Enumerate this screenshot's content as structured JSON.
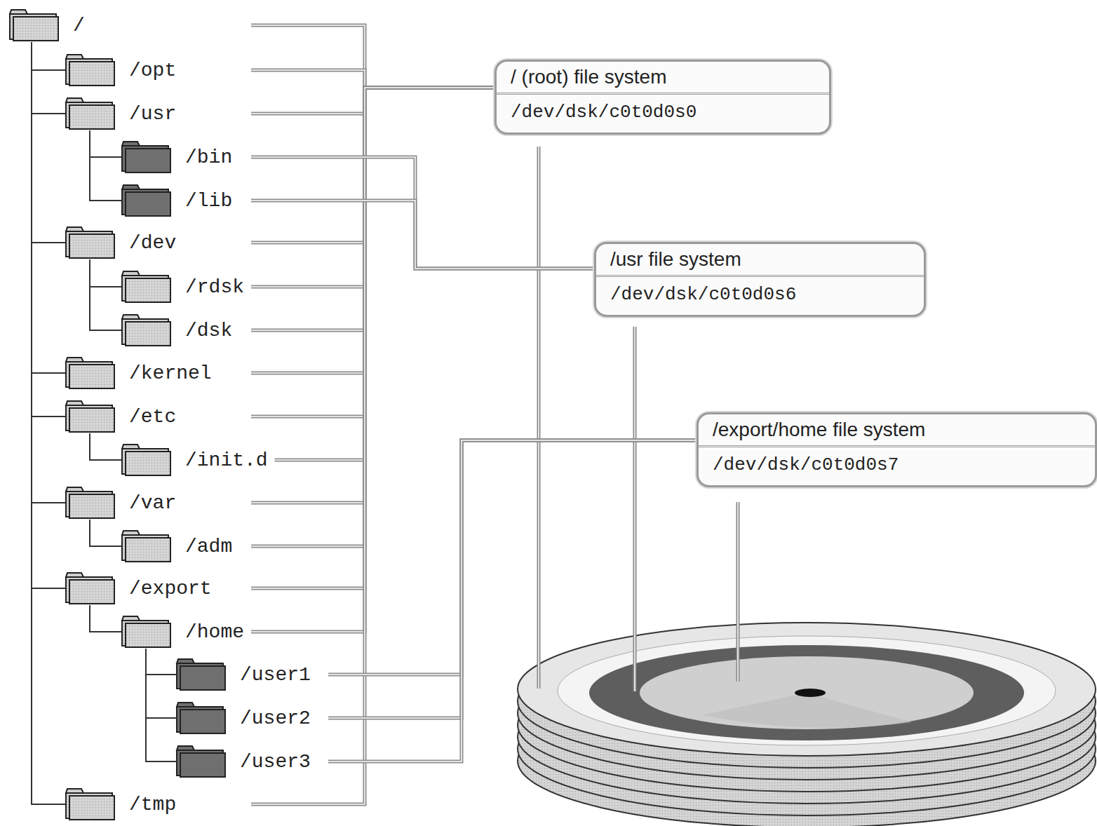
{
  "diagram": {
    "nodes": [
      {
        "text": [
          "/"
        ]
      },
      {
        "text": [
          "/opt"
        ]
      },
      {
        "text": [
          "/usr"
        ]
      },
      {
        "text": [
          "/bin"
        ]
      },
      {
        "text": [
          "/lib"
        ]
      },
      {
        "text": [
          "/dev"
        ]
      },
      {
        "text": [
          "/rdsk"
        ]
      },
      {
        "text": [
          "/dsk"
        ]
      },
      {
        "text": [
          "/kernel"
        ]
      },
      {
        "text": [
          "/etc"
        ]
      },
      {
        "text": [
          "/init.d"
        ]
      },
      {
        "text": [
          "/var"
        ]
      },
      {
        "text": [
          "/adm"
        ]
      },
      {
        "text": [
          "/export"
        ]
      },
      {
        "text": [
          "/home"
        ]
      },
      {
        "text": [
          "/user1"
        ]
      },
      {
        "text": [
          "/user2"
        ]
      },
      {
        "text": [
          "/user3"
        ]
      },
      {
        "text": [
          "/tmp"
        ]
      },
      {
        "text": [
          "/ (root) file system",
          "/dev/dsk/c0t0d0s0"
        ]
      },
      {
        "text": [
          "/usr file system",
          "/dev/dsk/c0t0d0s6"
        ]
      },
      {
        "text": [
          "/export/home file system",
          "/dev/dsk/c0t0d0s7"
        ]
      }
    ],
    "edges": [
      {
        "from": 0,
        "to": 1,
        "arrow": "none"
      },
      {
        "from": 0,
        "to": 2,
        "arrow": "none"
      },
      {
        "from": 2,
        "to": 3,
        "arrow": "none"
      },
      {
        "from": 2,
        "to": 4,
        "arrow": "none"
      },
      {
        "from": 0,
        "to": 5,
        "arrow": "none"
      },
      {
        "from": 5,
        "to": 6,
        "arrow": "none"
      },
      {
        "from": 5,
        "to": 7,
        "arrow": "none"
      },
      {
        "from": 0,
        "to": 8,
        "arrow": "none"
      },
      {
        "from": 0,
        "to": 9,
        "arrow": "none"
      },
      {
        "from": 9,
        "to": 10,
        "arrow": "none"
      },
      {
        "from": 0,
        "to": 11,
        "arrow": "none"
      },
      {
        "from": 11,
        "to": 12,
        "arrow": "none"
      },
      {
        "from": 0,
        "to": 13,
        "arrow": "none"
      },
      {
        "from": 13,
        "to": 14,
        "arrow": "none"
      },
      {
        "from": 14,
        "to": 15,
        "arrow": "none"
      },
      {
        "from": 14,
        "to": 16,
        "arrow": "none"
      },
      {
        "from": 14,
        "to": 17,
        "arrow": "none"
      },
      {
        "from": 0,
        "to": 18,
        "arrow": "none"
      },
      {
        "from": 0,
        "to": 19,
        "arrow": "none"
      },
      {
        "from": 1,
        "to": 19,
        "arrow": "none"
      },
      {
        "from": 2,
        "to": 19,
        "arrow": "none"
      },
      {
        "from": 5,
        "to": 19,
        "arrow": "none"
      },
      {
        "from": 6,
        "to": 19,
        "arrow": "none"
      },
      {
        "from": 7,
        "to": 19,
        "arrow": "none"
      },
      {
        "from": 8,
        "to": 19,
        "arrow": "none"
      },
      {
        "from": 9,
        "to": 19,
        "arrow": "none"
      },
      {
        "from": 10,
        "to": 19,
        "arrow": "none"
      },
      {
        "from": 11,
        "to": 19,
        "arrow": "none"
      },
      {
        "from": 12,
        "to": 19,
        "arrow": "none"
      },
      {
        "from": 13,
        "to": 19,
        "arrow": "none"
      },
      {
        "from": 14,
        "to": 19,
        "arrow": "none"
      },
      {
        "from": 18,
        "to": 19,
        "arrow": "none"
      },
      {
        "from": 3,
        "to": 20,
        "arrow": "none"
      },
      {
        "from": 4,
        "to": 20,
        "arrow": "none"
      },
      {
        "from": 15,
        "to": 21,
        "arrow": "none"
      },
      {
        "from": 16,
        "to": 21,
        "arrow": "none"
      },
      {
        "from": 17,
        "to": 21,
        "arrow": "none"
      }
    ]
  }
}
